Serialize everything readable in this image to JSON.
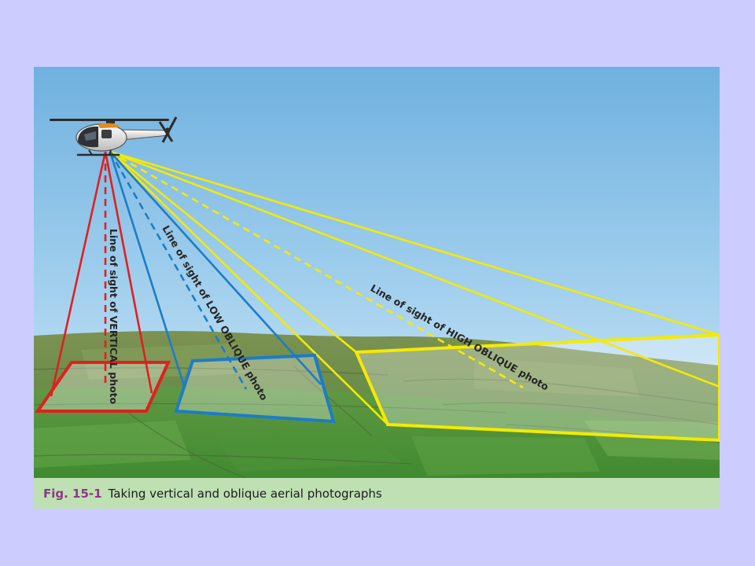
{
  "caption": {
    "number": "Fig. 15-1",
    "text": "Taking vertical and oblique aerial photographs"
  },
  "labels": {
    "vertical": "Line of sight of VERTICAL photo",
    "low_oblique": "Line of sight of LOW OBLIQUE photo",
    "high_oblique": "Line of sight of HIGH OBLIQUE photo"
  },
  "colors": {
    "page_background": "#ccccff",
    "vertical": "#e02020",
    "low_oblique": "#1e7cc6",
    "high_oblique": "#f5ea00",
    "caption_background": "#bfe0b3",
    "figure_number": "#8a3a86"
  },
  "icons": {
    "aircraft": "helicopter-icon"
  }
}
